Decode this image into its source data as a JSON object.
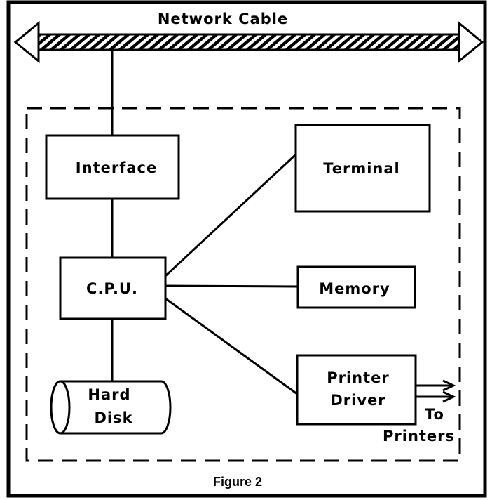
{
  "network": {
    "label": "Network Cable"
  },
  "nodes": {
    "interface": "Interface",
    "terminal": "Terminal",
    "cpu": "C.P.U.",
    "memory": "Memory",
    "printer_driver": {
      "line1": "Printer",
      "line2": "Driver"
    },
    "hard_disk": {
      "line1": "Hard",
      "line2": "Disk"
    }
  },
  "output": {
    "line1": "To",
    "line2": "Printers"
  },
  "caption": "Figure 2"
}
